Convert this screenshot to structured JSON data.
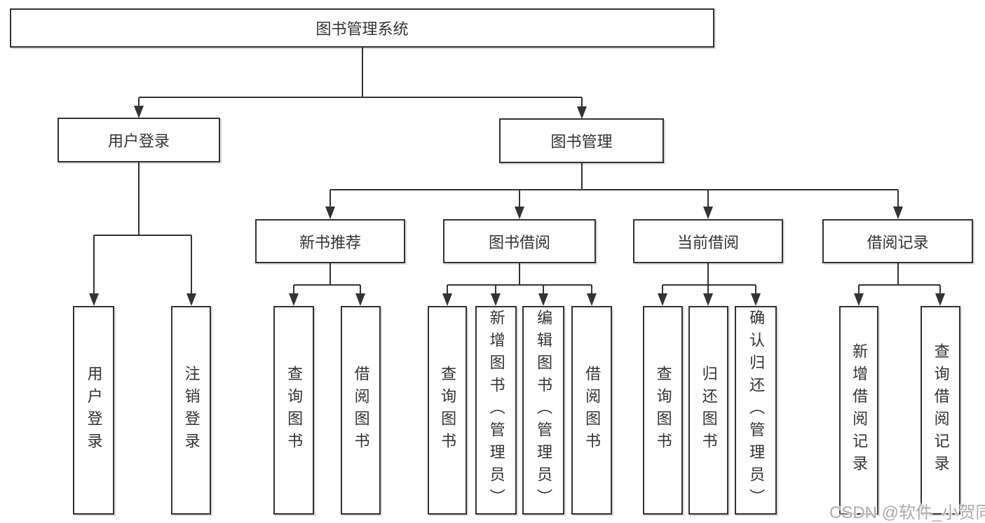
{
  "diagram": {
    "type": "tree",
    "colors": {
      "line": "#333333",
      "text": "#333333",
      "node_fill": "#ffffff",
      "background": "#ffffff",
      "watermark": "#a9abae"
    },
    "root": {
      "label": "图书管理系统"
    },
    "level1": [
      {
        "label": "用户登录",
        "children": [
          {
            "label": "用户登录"
          },
          {
            "label": "注销登录"
          }
        ]
      },
      {
        "label": "图书管理"
      }
    ],
    "level2": [
      {
        "label": "新书推荐",
        "children": [
          {
            "label": "查询图书"
          },
          {
            "label": "借阅图书"
          }
        ]
      },
      {
        "label": "图书借阅",
        "children": [
          {
            "label": "查询图书"
          },
          {
            "label": "新增图书（管理员）"
          },
          {
            "label": "编辑图书（管理员）"
          },
          {
            "label": "借阅图书"
          }
        ]
      },
      {
        "label": "当前借阅",
        "children": [
          {
            "label": "查询图书"
          },
          {
            "label": "归还图书"
          },
          {
            "label": "确认归还（管理员）"
          }
        ]
      },
      {
        "label": "借阅记录",
        "children": [
          {
            "label": "新增借阅记录"
          },
          {
            "label": "查询借阅记录"
          }
        ]
      }
    ],
    "watermark": "CSDN @软件_小贺同学"
  }
}
